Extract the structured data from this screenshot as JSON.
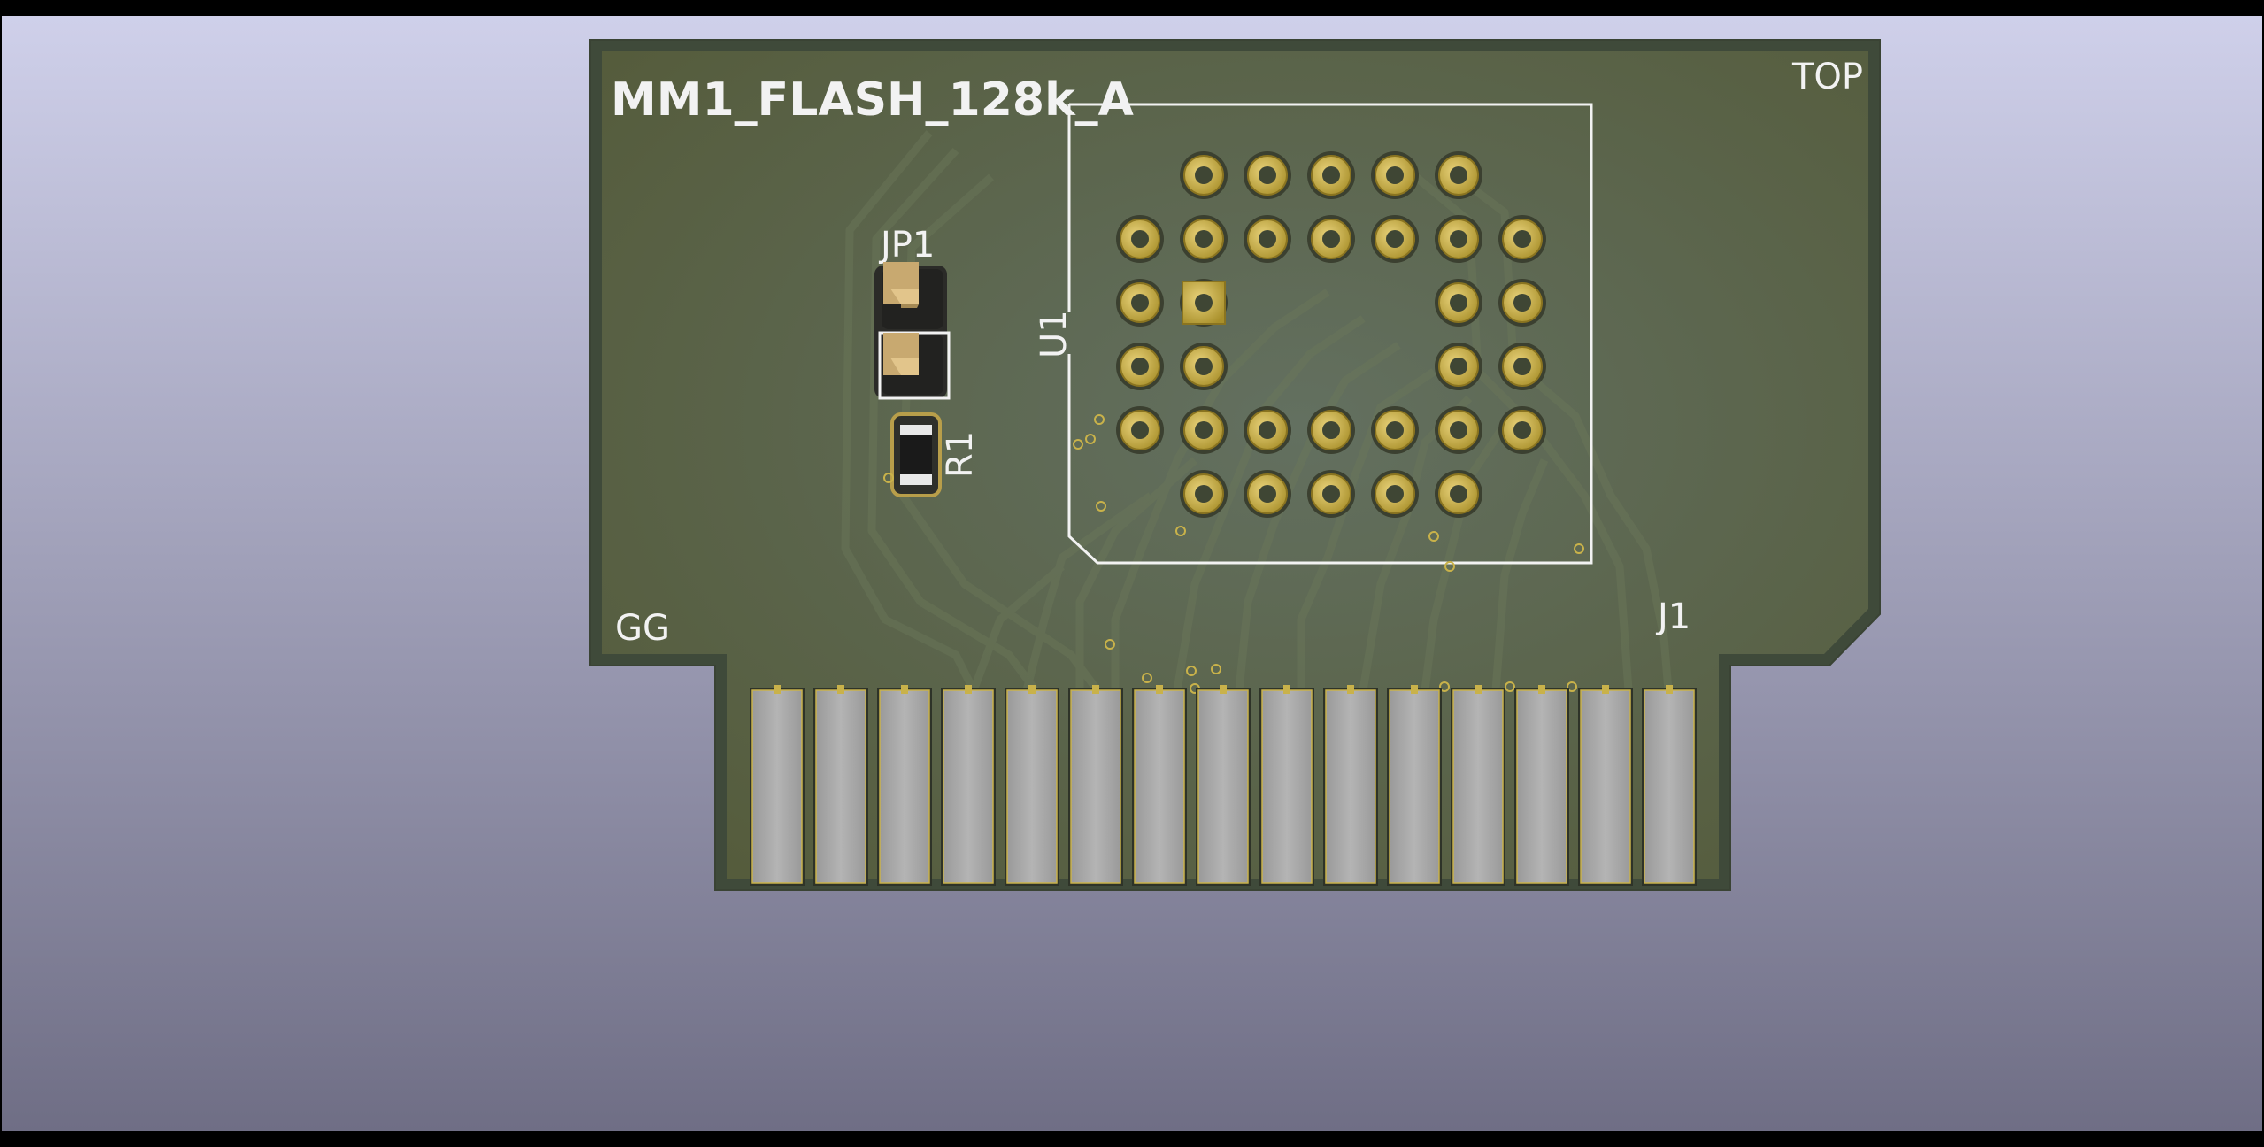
{
  "viewer": {
    "board_title": "MM1_FLASH_128k_A",
    "side_label": "TOP",
    "corner_label": "GG"
  },
  "components": {
    "jumper": {
      "ref": "JP1",
      "pin_count": 2
    },
    "resistor": {
      "ref": "R1"
    },
    "chip_socket": {
      "ref": "U1",
      "pin_count": 32
    },
    "edge_connector": {
      "ref": "J1",
      "finger_count": 15
    }
  },
  "colors": {
    "background_top": "#cfd0ea",
    "background_bottom": "#6f6e85",
    "board": "#59603f",
    "board_edge": "#3f4a3a",
    "copper_pad": "#c9b24a",
    "silkscreen": "#f2f2f2",
    "gold_finger": "#a8a8a8",
    "trace": "#6a7452"
  }
}
